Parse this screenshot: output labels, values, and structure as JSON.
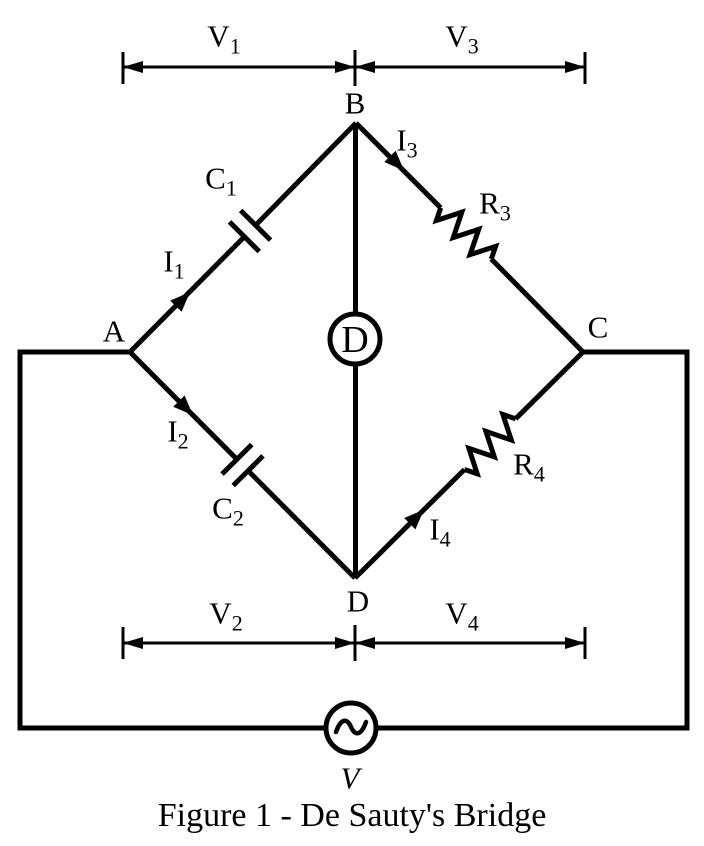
{
  "colors": {
    "stroke": "#000000",
    "background": "#ffffff"
  },
  "caption": "Figure 1 - De Sauty's Bridge",
  "nodes": {
    "a": "A",
    "b": "B",
    "c": "C",
    "d": "D"
  },
  "detector": {
    "label": "D"
  },
  "source": {
    "label": "V",
    "symbol": "~"
  },
  "voltage_labels": {
    "v1": {
      "base": "V",
      "sub": "1"
    },
    "v2": {
      "base": "V",
      "sub": "2"
    },
    "v3": {
      "base": "V",
      "sub": "3"
    },
    "v4": {
      "base": "V",
      "sub": "4"
    }
  },
  "current_labels": {
    "i1": {
      "base": "I",
      "sub": "1"
    },
    "i2": {
      "base": "I",
      "sub": "2"
    },
    "i3": {
      "base": "I",
      "sub": "3"
    },
    "i4": {
      "base": "I",
      "sub": "4"
    }
  },
  "component_labels": {
    "c1": {
      "base": "C",
      "sub": "1"
    },
    "c2": {
      "base": "C",
      "sub": "2"
    },
    "r3": {
      "base": "R",
      "sub": "3"
    },
    "r4": {
      "base": "R",
      "sub": "4"
    }
  }
}
